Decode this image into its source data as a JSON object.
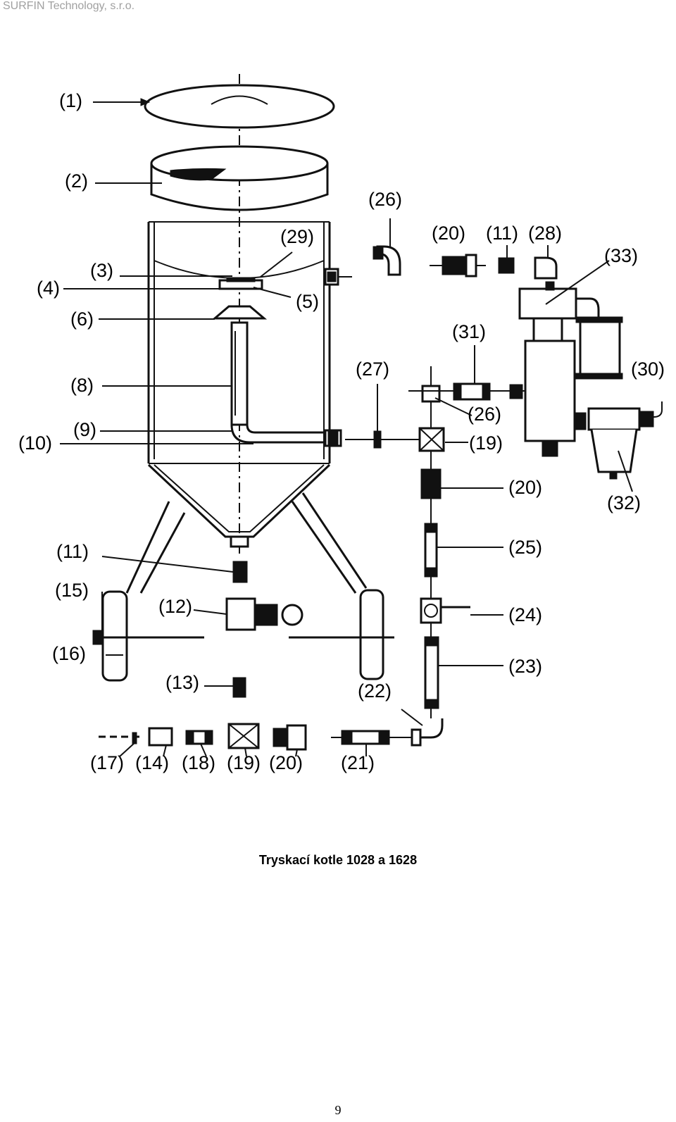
{
  "header": {
    "company": "SURFIN Technology, s.r.o."
  },
  "diagram": {
    "labels": [
      {
        "id": "l1",
        "text": "(1)"
      },
      {
        "id": "l2",
        "text": "(2)"
      },
      {
        "id": "l26a",
        "text": "(26)"
      },
      {
        "id": "l20a",
        "text": "(20)"
      },
      {
        "id": "l11a",
        "text": "(11)"
      },
      {
        "id": "l28",
        "text": "(28)"
      },
      {
        "id": "l29",
        "text": "(29)"
      },
      {
        "id": "l33",
        "text": "(33)"
      },
      {
        "id": "l3",
        "text": "(3)"
      },
      {
        "id": "l4",
        "text": "(4)"
      },
      {
        "id": "l5",
        "text": "(5)"
      },
      {
        "id": "l6",
        "text": "(6)"
      },
      {
        "id": "l31",
        "text": "(31)"
      },
      {
        "id": "l27",
        "text": "(27)"
      },
      {
        "id": "l30",
        "text": "(30)"
      },
      {
        "id": "l8",
        "text": "(8)"
      },
      {
        "id": "l26b",
        "text": "(26)"
      },
      {
        "id": "l9",
        "text": "(9)"
      },
      {
        "id": "l10",
        "text": "(10)"
      },
      {
        "id": "l19a",
        "text": "(19)"
      },
      {
        "id": "l20b",
        "text": "(20)"
      },
      {
        "id": "l32",
        "text": "(32)"
      },
      {
        "id": "l11b",
        "text": "(11)"
      },
      {
        "id": "l25",
        "text": "(25)"
      },
      {
        "id": "l15",
        "text": "(15)"
      },
      {
        "id": "l12",
        "text": "(12)"
      },
      {
        "id": "l24",
        "text": "(24)"
      },
      {
        "id": "l16",
        "text": "(16)"
      },
      {
        "id": "l23",
        "text": "(23)"
      },
      {
        "id": "l13",
        "text": "(13)"
      },
      {
        "id": "l22",
        "text": "(22)"
      },
      {
        "id": "l17",
        "text": "(17)"
      },
      {
        "id": "l14",
        "text": "(14)"
      },
      {
        "id": "l18",
        "text": "(18)"
      },
      {
        "id": "l19b",
        "text": "(19)"
      },
      {
        "id": "l20c",
        "text": "(20)"
      },
      {
        "id": "l21",
        "text": "(21)"
      }
    ]
  },
  "caption": "Tryskací kotle 1028 a 1628",
  "page_number": "9"
}
